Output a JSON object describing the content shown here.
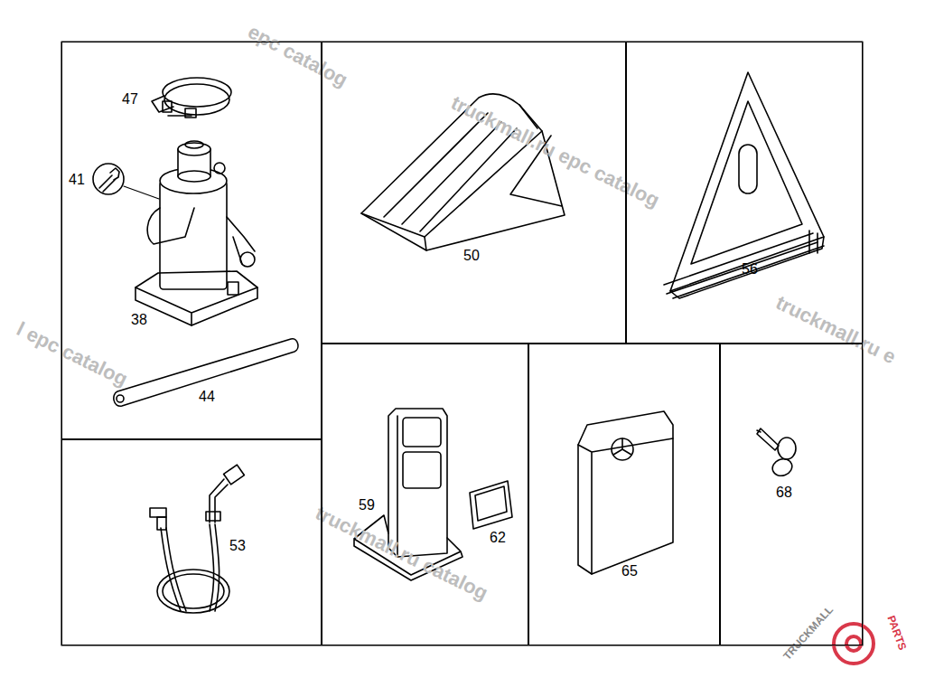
{
  "diagram": {
    "nodes": [
      {
        "text": [
          "47",
          "41",
          "38",
          "44"
        ]
      },
      {
        "text": [
          "50"
        ]
      },
      {
        "text": [
          "56"
        ]
      },
      {
        "text": [
          "53"
        ]
      },
      {
        "text": [
          "59",
          "62"
        ]
      },
      {
        "text": [
          "65"
        ]
      },
      {
        "text": [
          "68"
        ]
      }
    ],
    "edges": [],
    "labels": [
      "epc catalog",
      "truckmall.ru epc catalog",
      "truckmall.ru e",
      "l epc catalog",
      "truckmall.ru catalog",
      "TRUCKMALL",
      "PARTS"
    ]
  }
}
